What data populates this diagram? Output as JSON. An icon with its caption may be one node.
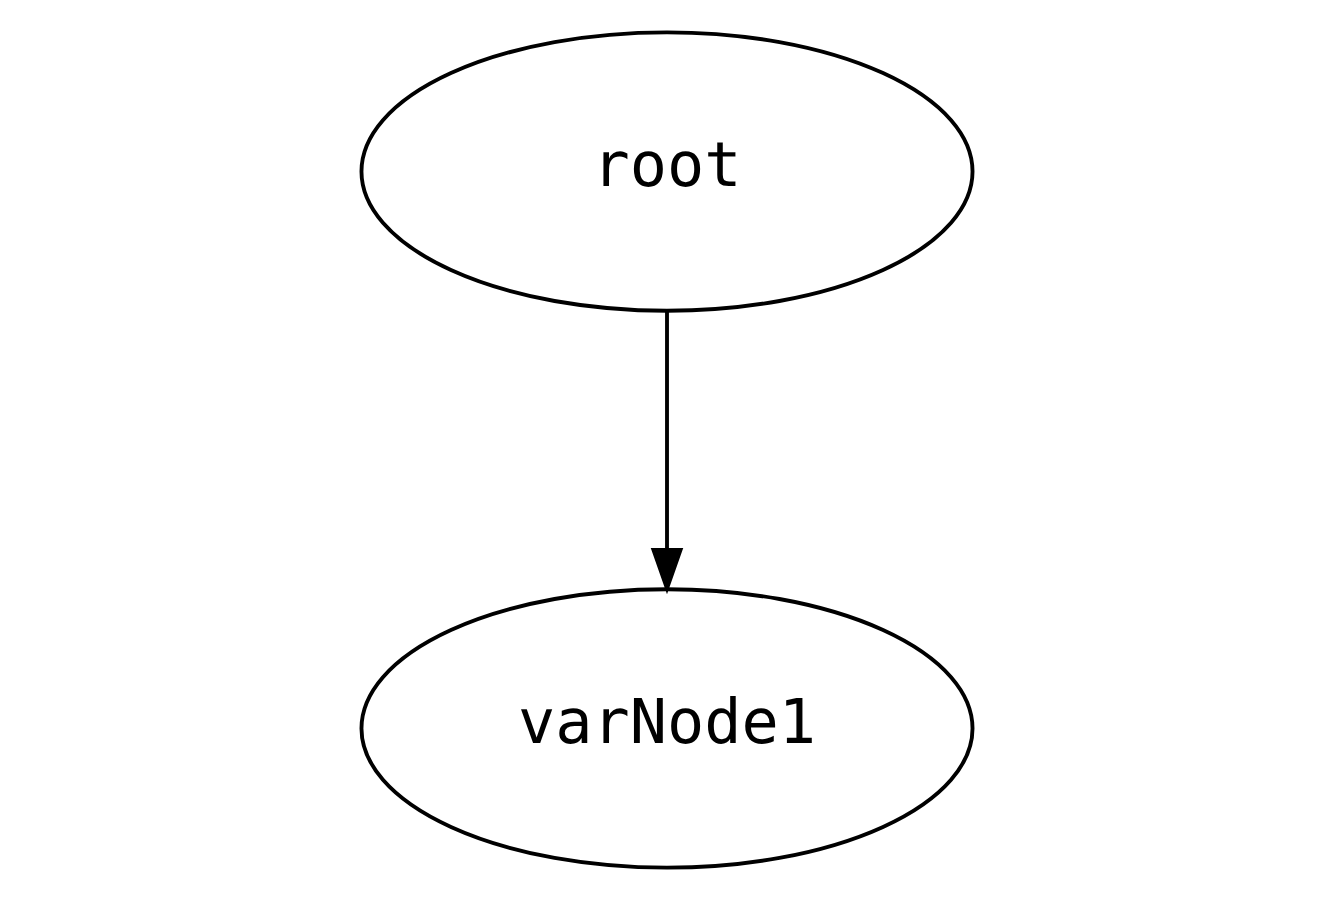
{
  "diagram": {
    "nodes": [
      {
        "text": [
          "root"
        ]
      },
      {
        "text": [
          "varNode1"
        ]
      }
    ],
    "edges": [
      {
        "from": 0,
        "to": 1,
        "arrow": "to"
      }
    ]
  }
}
